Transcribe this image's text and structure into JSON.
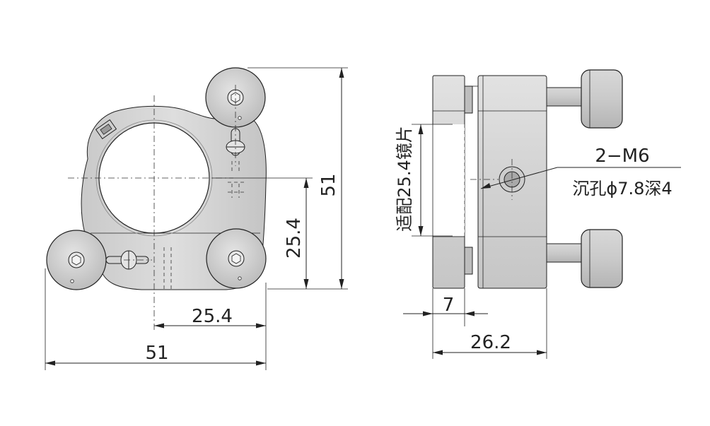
{
  "colors": {
    "line": "#222222",
    "body_fill": "#d6d6d6",
    "body_dark": "#b8b8b8",
    "knob_fill": "#c8c8c8",
    "background": "#ffffff"
  },
  "front_view": {
    "dim_height_total": "51",
    "dim_height_center": "25.4",
    "dim_width_center": "25.4",
    "dim_width_total": "51"
  },
  "side_view": {
    "callout_thread": "2−M6",
    "callout_counterbore": "沉孔ϕ7.8深4",
    "lens_label": "适配25.4镜片",
    "dim_plate_thickness": "7",
    "dim_total_depth": "26.2"
  }
}
